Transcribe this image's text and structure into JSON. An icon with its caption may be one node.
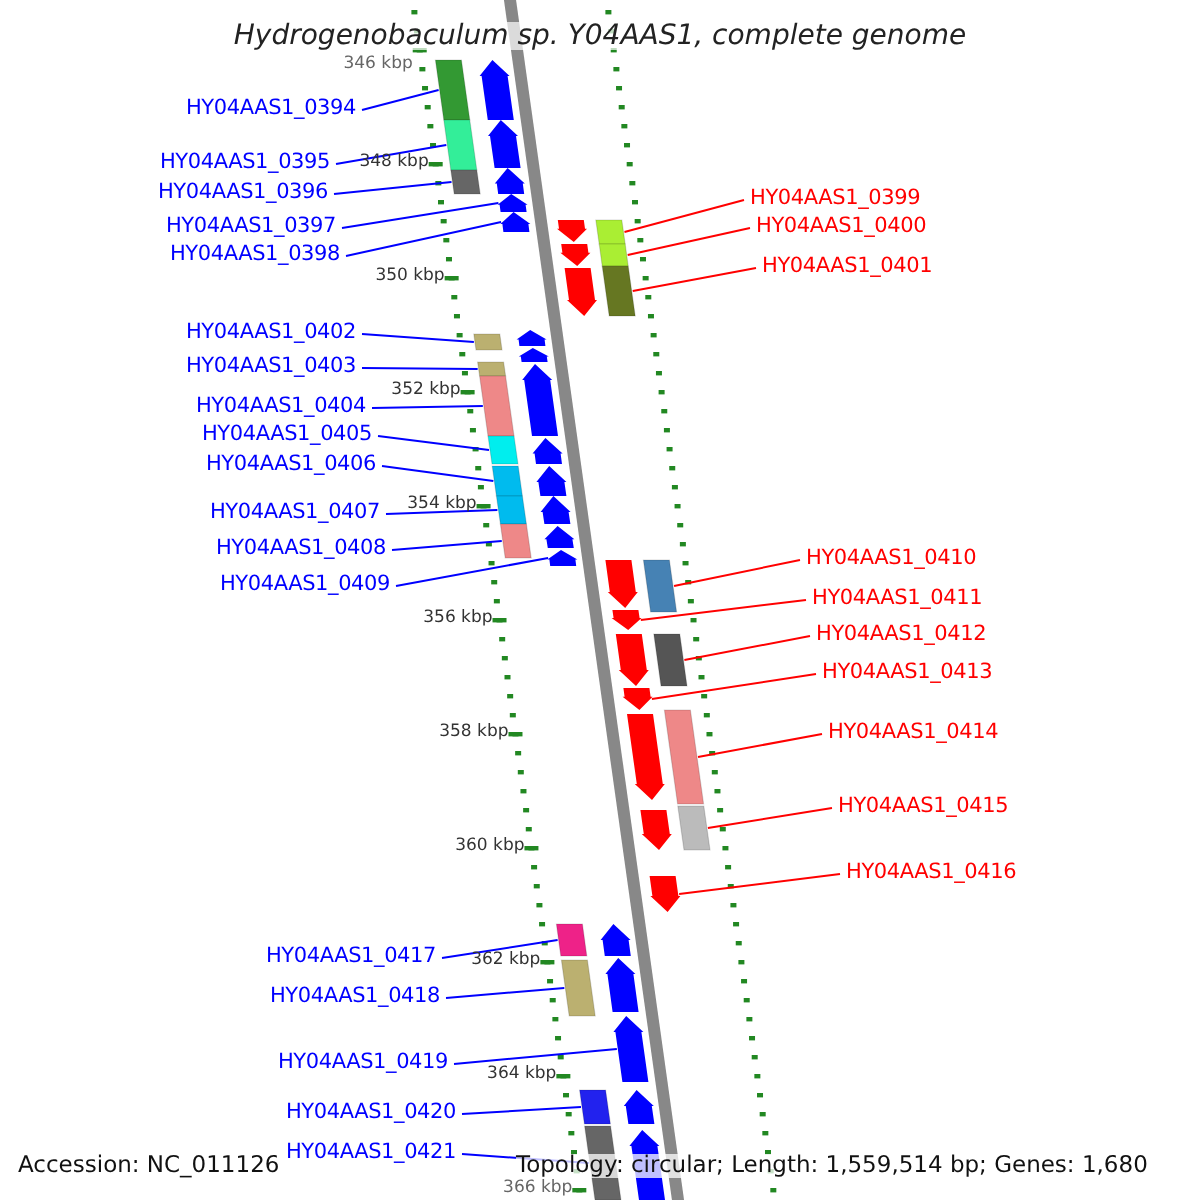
{
  "diagram": {
    "title": "Hydrogenobaculum sp. Y04AAS1, complete genome",
    "nodes": [
      {
        "text": [
          "HY04AAS1_0394"
        ]
      },
      {
        "text": [],
        "shape": "arrow"
      },
      {
        "text": [
          "HY04AAS1_0395"
        ]
      },
      {
        "text": [],
        "shape": "arrow"
      },
      {
        "text": [
          "HY04AAS1_0396"
        ]
      },
      {
        "text": [],
        "shape": "arrow"
      },
      {
        "text": [
          "HY04AAS1_0397"
        ]
      },
      {
        "text": [],
        "shape": "arrow"
      },
      {
        "text": [
          "HY04AAS1_0398"
        ]
      },
      {
        "text": [],
        "shape": "arrow"
      },
      {
        "text": [
          "HY04AAS1_0399"
        ]
      },
      {
        "text": [],
        "shape": "arrow"
      },
      {
        "text": [
          "HY04AAS1_0400"
        ]
      },
      {
        "text": [],
        "shape": "arrow"
      },
      {
        "text": [
          "HY04AAS1_0401"
        ]
      },
      {
        "text": [],
        "shape": "arrow"
      },
      {
        "text": [
          "HY04AAS1_0402"
        ]
      },
      {
        "text": [],
        "shape": "arrow"
      },
      {
        "text": [
          "HY04AAS1_0403"
        ]
      },
      {
        "text": [],
        "shape": "arrow"
      },
      {
        "text": [
          "HY04AAS1_0404"
        ]
      },
      {
        "text": [],
        "shape": "arrow"
      },
      {
        "text": [
          "HY04AAS1_0405"
        ]
      },
      {
        "text": [],
        "shape": "arrow"
      },
      {
        "text": [
          "HY04AAS1_0406"
        ]
      },
      {
        "text": [],
        "shape": "arrow"
      },
      {
        "text": [
          "HY04AAS1_0407"
        ]
      },
      {
        "text": [],
        "shape": "arrow"
      },
      {
        "text": [
          "HY04AAS1_0408"
        ]
      },
      {
        "text": [],
        "shape": "arrow"
      },
      {
        "text": [
          "HY04AAS1_0409"
        ]
      },
      {
        "text": [],
        "shape": "arrow"
      },
      {
        "text": [
          "HY04AAS1_0410"
        ]
      },
      {
        "text": [],
        "shape": "arrow"
      },
      {
        "text": [
          "HY04AAS1_0411"
        ]
      },
      {
        "text": [],
        "shape": "arrow"
      },
      {
        "text": [
          "HY04AAS1_0412"
        ]
      },
      {
        "text": [],
        "shape": "arrow"
      },
      {
        "text": [
          "HY04AAS1_0413"
        ]
      },
      {
        "text": [],
        "shape": "arrow"
      },
      {
        "text": [
          "HY04AAS1_0414"
        ]
      },
      {
        "text": [],
        "shape": "arrow"
      },
      {
        "text": [
          "HY04AAS1_0415"
        ]
      },
      {
        "text": [],
        "shape": "arrow"
      },
      {
        "text": [
          "HY04AAS1_0416"
        ]
      },
      {
        "text": [],
        "shape": "arrow"
      },
      {
        "text": [
          "HY04AAS1_0417"
        ]
      },
      {
        "text": [],
        "shape": "arrow"
      },
      {
        "text": [
          "HY04AAS1_0418"
        ]
      },
      {
        "text": [],
        "shape": "arrow"
      },
      {
        "text": [
          "HY04AAS1_0419"
        ]
      },
      {
        "text": [],
        "shape": "arrow"
      },
      {
        "text": [
          "HY04AAS1_0420"
        ]
      },
      {
        "text": [],
        "shape": "arrow"
      },
      {
        "text": [
          "HY04AAS1_0421"
        ]
      },
      {
        "text": [],
        "shape": "arrow"
      }
    ],
    "edges": [
      {
        "from": 0,
        "to": 1,
        "arrow": "none"
      },
      {
        "from": 2,
        "to": 3,
        "arrow": "none"
      },
      {
        "from": 4,
        "to": 5,
        "arrow": "none"
      },
      {
        "from": 6,
        "to": 7,
        "arrow": "none"
      },
      {
        "from": 8,
        "to": 9,
        "arrow": "none"
      },
      {
        "from": 10,
        "to": 11,
        "arrow": "none",
        "color": "#ff0000"
      },
      {
        "from": 12,
        "to": 13,
        "arrow": "none",
        "color": "#ff0000"
      },
      {
        "from": 14,
        "to": 15,
        "arrow": "none",
        "color": "#ff0000"
      },
      {
        "from": 16,
        "to": 17,
        "arrow": "none"
      },
      {
        "from": 18,
        "to": 19,
        "arrow": "none"
      },
      {
        "from": 20,
        "to": 21,
        "arrow": "none"
      },
      {
        "from": 22,
        "to": 23,
        "arrow": "none"
      },
      {
        "from": 24,
        "to": 25,
        "arrow": "none"
      },
      {
        "from": 26,
        "to": 27,
        "arrow": "none"
      },
      {
        "from": 28,
        "to": 29,
        "arrow": "none"
      },
      {
        "from": 30,
        "to": 31,
        "arrow": "none"
      },
      {
        "from": 32,
        "to": 33,
        "arrow": "none",
        "color": "#ff0000"
      },
      {
        "from": 34,
        "to": 35,
        "arrow": "none",
        "color": "#ff0000"
      },
      {
        "from": 36,
        "to": 37,
        "arrow": "none",
        "color": "#ff0000"
      },
      {
        "from": 38,
        "to": 39,
        "arrow": "none",
        "color": "#ff0000"
      },
      {
        "from": 40,
        "to": 41,
        "arrow": "none",
        "color": "#ff0000"
      },
      {
        "from": 42,
        "to": 43,
        "arrow": "none",
        "color": "#ff0000"
      },
      {
        "from": 44,
        "to": 45,
        "arrow": "none",
        "color": "#ff0000"
      },
      {
        "from": 46,
        "to": 47,
        "arrow": "none"
      },
      {
        "from": 48,
        "to": 49,
        "arrow": "none"
      },
      {
        "from": 50,
        "to": 51,
        "arrow": "none"
      },
      {
        "from": 52,
        "to": 53,
        "arrow": "none"
      },
      {
        "from": 54,
        "to": 55,
        "arrow": "none"
      }
    ],
    "labels": [
      "346 kbp",
      "348 kbp",
      "350 kbp",
      "352 kbp",
      "354 kbp",
      "356 kbp",
      "358 kbp",
      "360 kbp",
      "362 kbp",
      "364 kbp",
      "366 kbp",
      "Accession: NC_011126",
      "Topology: circular; Length: 1,559,514 bp; Genes: 1,680"
    ]
  }
}
